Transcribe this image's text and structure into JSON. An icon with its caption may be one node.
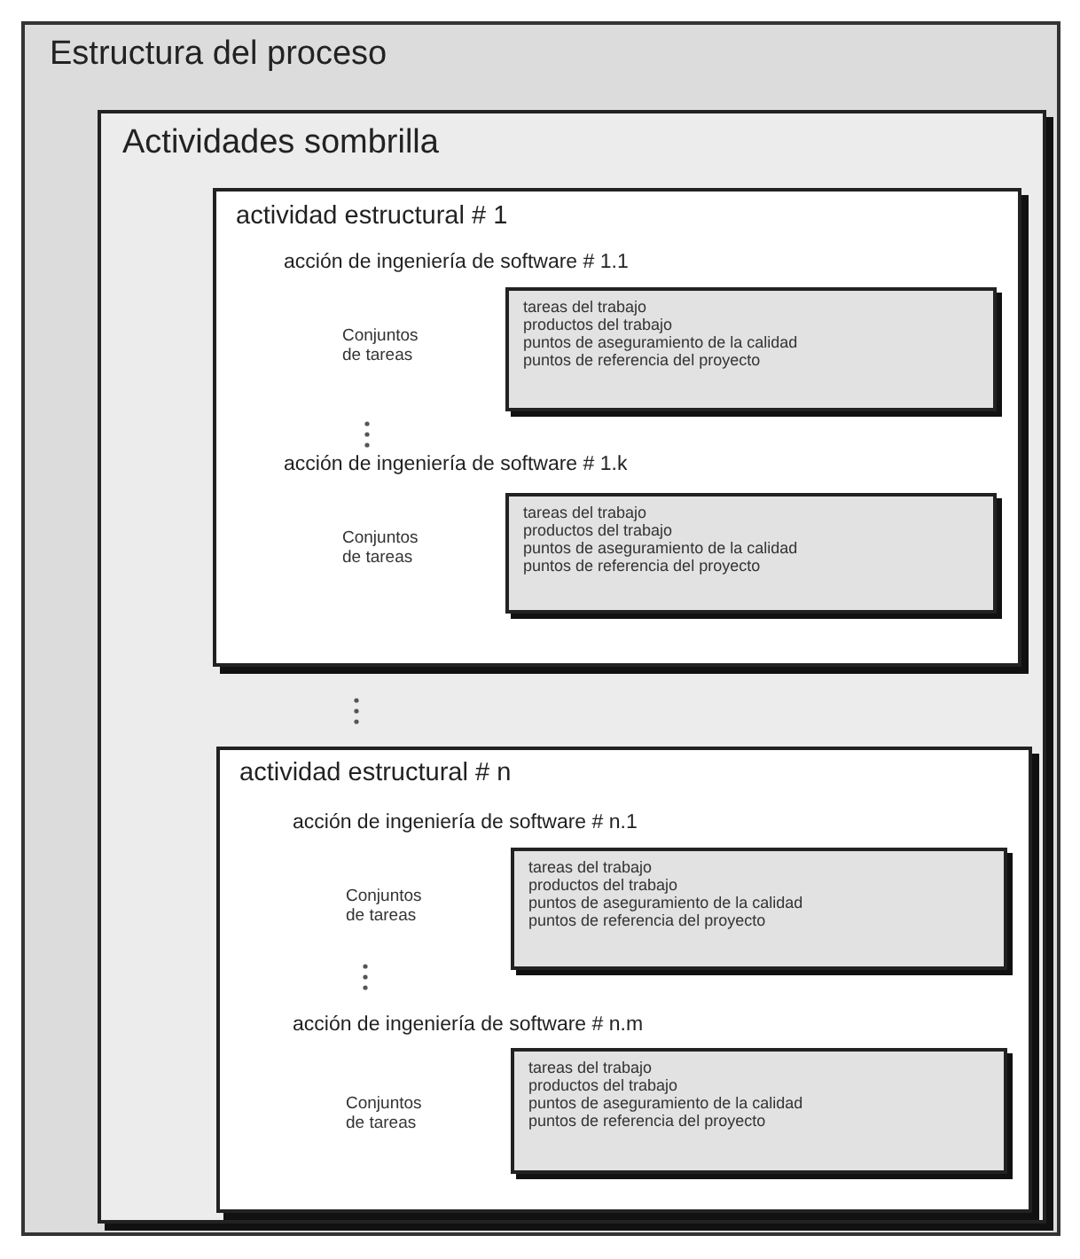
{
  "diagram": {
    "nodes": [
      {
        "text": [
          "Estructura del proceso"
        ]
      },
      {
        "text": [
          "Actividades sombrilla"
        ],
        "in": 0
      },
      {
        "text": [
          "actividad estructural # 1",
          "acción de ingeniería de software # 1.1",
          "acción de ingeniería de software # 1.k"
        ],
        "in": 1
      },
      {
        "text": [
          "tareas del trabajo",
          "productos del trabajo",
          "puntos de aseguramiento de la calidad",
          "puntos de referencia del proyecto"
        ],
        "in": 2
      },
      {
        "text": [
          "tareas del trabajo",
          "productos del trabajo",
          "puntos de aseguramiento de la calidad",
          "puntos de referencia del proyecto"
        ],
        "in": 2
      },
      {
        "text": [
          "actividad estructural # n",
          "acción de ingeniería de software # n.1",
          "acción de ingeniería de software # n.m"
        ],
        "in": 1
      },
      {
        "text": [
          "tareas del trabajo",
          "productos del trabajo",
          "puntos de aseguramiento de la calidad",
          "puntos de referencia del proyecto"
        ],
        "in": 5
      },
      {
        "text": [
          "tareas del trabajo",
          "productos del trabajo",
          "puntos de aseguramiento de la calidad",
          "puntos de referencia del proyecto"
        ],
        "in": 5
      }
    ],
    "labels": [
      "Conjuntos de tareas",
      "Conjuntos de tareas",
      "Conjuntos de tareas",
      "Conjuntos de tareas"
    ]
  }
}
